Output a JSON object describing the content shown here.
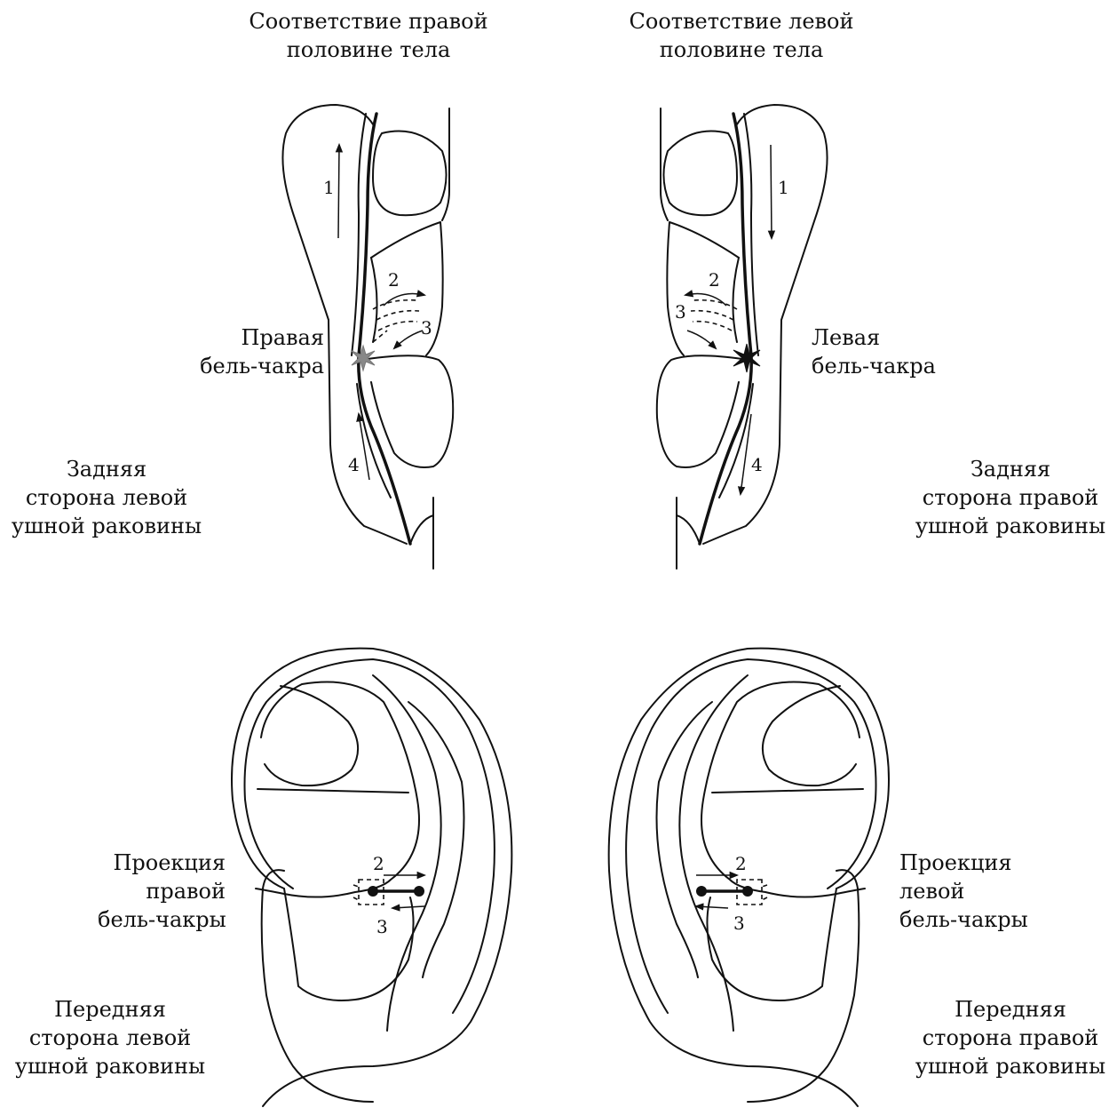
{
  "labels": {
    "top_left_title": [
      "Соответствие правой",
      "половине тела"
    ],
    "top_right_title": [
      "Соответствие левой",
      "половине тела"
    ],
    "right_bell_chakra": [
      "Правая",
      "бель-чакра"
    ],
    "left_bell_chakra": [
      "Левая",
      "бель-чакра"
    ],
    "back_left_ear": [
      "Задняя",
      "сторона левой",
      "ушной раковины"
    ],
    "back_right_ear": [
      "Задняя",
      "сторона правой",
      "ушной раковины"
    ],
    "proj_right": [
      "Проекция",
      "правой",
      "бель-чакры"
    ],
    "proj_left": [
      "Проекция",
      "левой",
      "бель-чакры"
    ],
    "front_left_ear": [
      "Передняя",
      "сторона левой",
      "ушной раковины"
    ],
    "front_right_ear": [
      "Передняя",
      "сторона правой",
      "ушной раковины"
    ]
  },
  "flow_numbers": {
    "n1": "1",
    "n2": "2",
    "n3": "3",
    "n4": "4"
  },
  "colors": {
    "ink": "#111111",
    "chakra_right_back": "#888888",
    "chakra_left_back": "#111111"
  }
}
